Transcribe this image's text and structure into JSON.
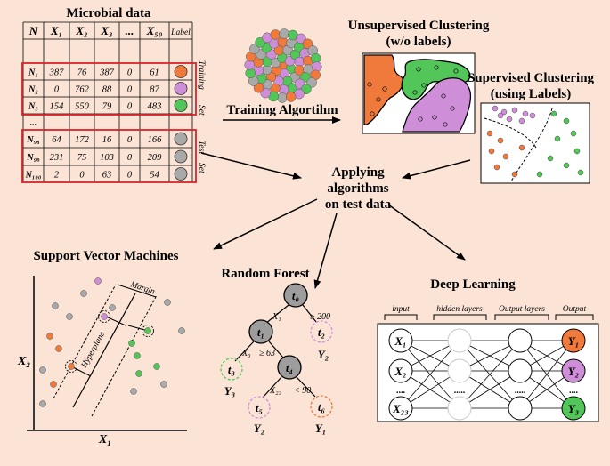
{
  "colors": {
    "bg": "#fbe4d6",
    "orange": "#ef7a3c",
    "purple": "#cf8fd8",
    "green": "#53c659",
    "gray": "#a9a9a9",
    "border": "#d9252a",
    "node_gray": "#9d9d9d"
  },
  "table": {
    "title": "Microbial data",
    "headers": [
      "N",
      "X₁",
      "X₂",
      "X₃",
      "...",
      "X₅₀",
      "Label"
    ],
    "rows": [
      {
        "n": "N₁",
        "v": [
          "387",
          "76",
          "387",
          "0",
          "61"
        ],
        "label": "orange"
      },
      {
        "n": "N₂",
        "v": [
          "0",
          "762",
          "88",
          "0",
          "87"
        ],
        "label": "purple"
      },
      {
        "n": "N₃",
        "v": [
          "154",
          "550",
          "79",
          "0",
          "483"
        ],
        "label": "green"
      },
      {
        "n": "...",
        "v": [
          "",
          "",
          "",
          "",
          ""
        ],
        "label": ""
      },
      {
        "n": "N₉₈",
        "v": [
          "64",
          "172",
          "16",
          "0",
          "166"
        ],
        "label": "gray"
      },
      {
        "n": "N₉₉",
        "v": [
          "231",
          "75",
          "103",
          "0",
          "209"
        ],
        "label": "gray"
      },
      {
        "n": "N₁₀₀",
        "v": [
          "2",
          "0",
          "63",
          "0",
          "54"
        ],
        "label": "gray"
      }
    ],
    "training_set": [
      "Training",
      "Set"
    ],
    "test_set": [
      "Test",
      "Set"
    ]
  },
  "training_algorithm": "Training Algortihm",
  "unsupervised": {
    "title1": "Unsupervised Clustering",
    "title2": "(w/o labels)"
  },
  "supervised": {
    "title1": "Supervised Clustering",
    "title2": "(using Labels)"
  },
  "applying": [
    "Applying",
    "algorithms",
    "on test data"
  ],
  "svm": {
    "title": "Support Vector Machines",
    "x_label": "X₁",
    "y_label": "X₂",
    "hyperplane": "Hyperplane",
    "margin": "Margin"
  },
  "rf": {
    "title": "Random Forest",
    "nodes": {
      "t0": "t₀",
      "t1": "t₁",
      "t2": "t₂",
      "t3": "t₃",
      "t4": "t₄",
      "t5": "t₅",
      "t6": "t₆"
    },
    "edges": {
      "e1l": "X₁",
      "e1r": "≥ 200",
      "e2l": "X₃",
      "e2r": "≥ 63",
      "e3l": "X₂₃",
      "e3r": "< 90"
    },
    "leaves": {
      "y2a": "Y₂",
      "y3": "Y₃",
      "y2b": "Y₂",
      "y1": "Y₁"
    }
  },
  "dl": {
    "title": "Deep Learning",
    "layers": [
      "input",
      "hidden layers",
      "Output layers",
      "Output"
    ],
    "inputs": [
      "X₁",
      "X₂",
      "....",
      "X₂₃"
    ],
    "outputs": [
      "Y₁",
      "Y₂",
      "....",
      "Y₃"
    ],
    "dots": "....."
  }
}
